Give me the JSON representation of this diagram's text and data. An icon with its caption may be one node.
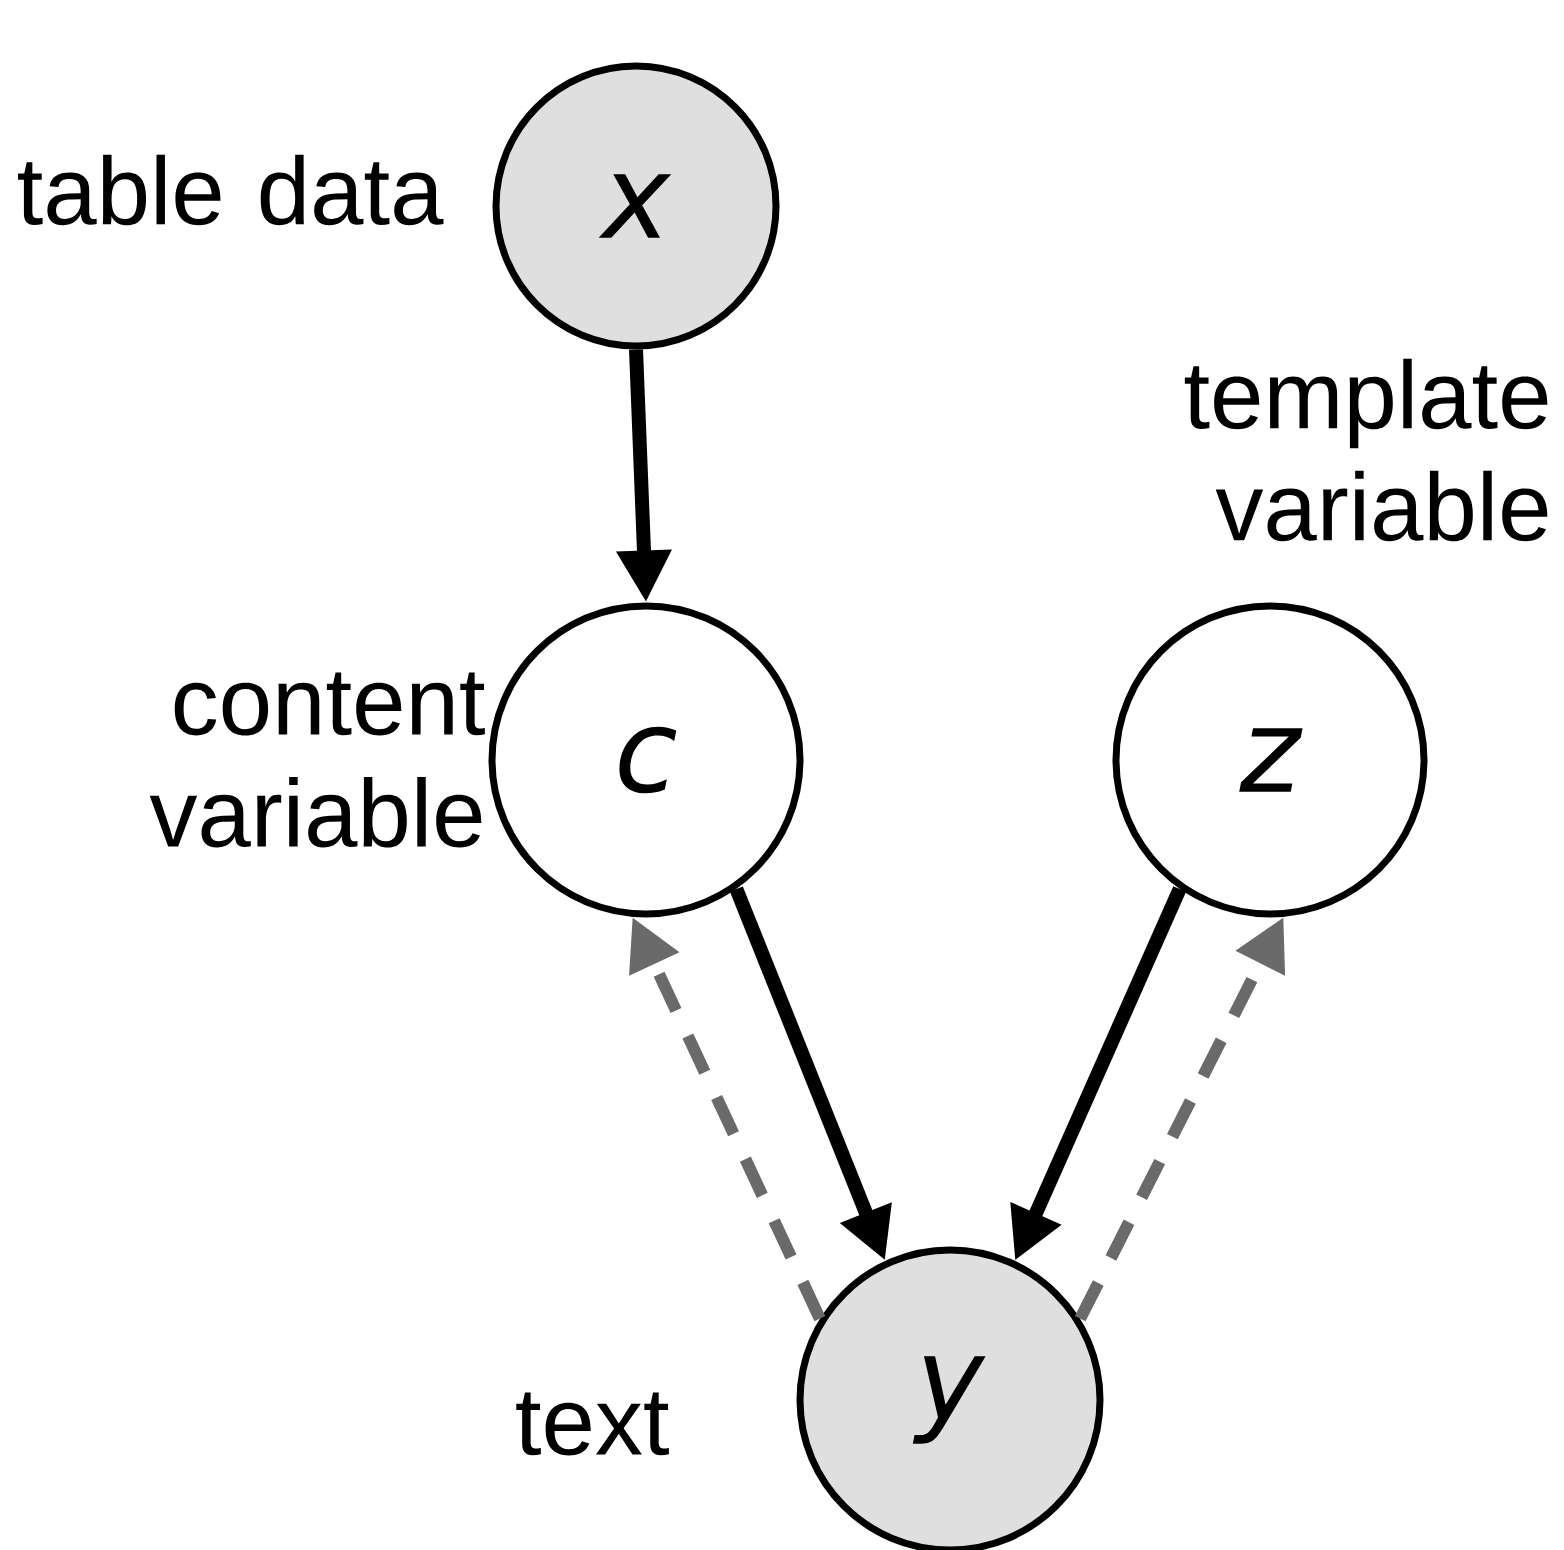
{
  "diagram": {
    "nodes": [
      {
        "text": [
          "x"
        ],
        "beside": [
          "table data"
        ]
      },
      {
        "text": [
          "c"
        ],
        "beside": [
          "content variable"
        ]
      },
      {
        "text": [
          "z"
        ],
        "beside": [
          "template variable"
        ]
      },
      {
        "text": [
          "y"
        ],
        "beside": [
          "text"
        ]
      }
    ],
    "edges": [
      {
        "from": 0,
        "to": 1,
        "arrow": "to"
      },
      {
        "from": 1,
        "to": 3,
        "arrow": "to"
      },
      {
        "from": 2,
        "to": 3,
        "arrow": "to"
      },
      {
        "from": 3,
        "to": 1,
        "arrow": "to",
        "style": "dashed",
        "color": "#6a6a6a"
      },
      {
        "from": 3,
        "to": 2,
        "arrow": "to",
        "style": "dashed",
        "color": "#6a6a6a"
      }
    ]
  }
}
